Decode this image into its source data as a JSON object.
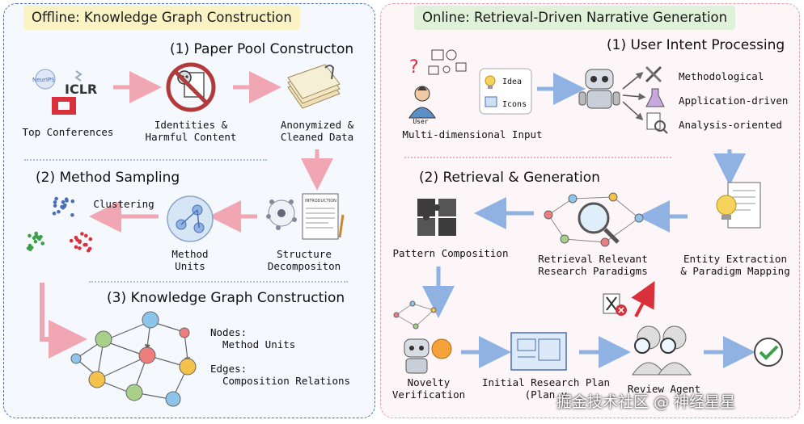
{
  "offline": {
    "banner": "Offline: Knowledge Graph Construction",
    "sec1": "(1) Paper Pool Constructon",
    "sec2": "(2) Method Sampling",
    "sec3": "(3) Knowledge Graph Construction",
    "logo_neurips": "NeurIPS",
    "logo_iclr": "ICLR",
    "top_conferences": "Top Conferences",
    "identities_l1": "Identities &",
    "identities_l2": "Harmful Content",
    "anonymized_l1": "Anonymized &",
    "anonymized_l2": "Cleaned Data",
    "clustering": "Clustering",
    "method_units_l1": "Method",
    "method_units_l2": "Units",
    "structure_l1": "Structure",
    "structure_l2": "Decompositon",
    "doc_heading": "INTRODUCTION",
    "nodes_label": "Nodes:",
    "nodes_value": "Method Units",
    "edges_label": "Edges:",
    "edges_value": "Composition Relations"
  },
  "online": {
    "banner": "Online: Retrieval-Driven Narrative Generation",
    "sec1": "(1) User Intent Processing",
    "sec2": "(2) Retrieval & Generation",
    "user": "User",
    "idea": "Idea",
    "icons": "Icons",
    "multi_input": "Multi-dimensional Input",
    "methodological": "Methodological",
    "application": "Application-driven",
    "analysis": "Analysis-oriented",
    "entity_l1": "Entity Extraction",
    "entity_l2": "& Paradigm Mapping",
    "retrieval_l1": "Retrieval Relevant",
    "retrieval_l2": "Research Paradigms",
    "pattern": "Pattern Composition",
    "novelty_l1": "Novelty",
    "novelty_l2": "Verification",
    "initial_l1": "Initial Research Plan",
    "initial_l2": "(Plan v",
    "review": "Review Agent"
  },
  "watermark": "掘金技术社区 @ 神经星星",
  "colors": {
    "left_border": "#4a6fb5",
    "right_border": "#e89aa9",
    "pink_arrow": "#f0a7b3",
    "blue_arrow": "#8fb2e3",
    "red_arrow": "#d9313b",
    "banner_left": "#fbf3c4",
    "banner_right": "#dff1d8"
  }
}
